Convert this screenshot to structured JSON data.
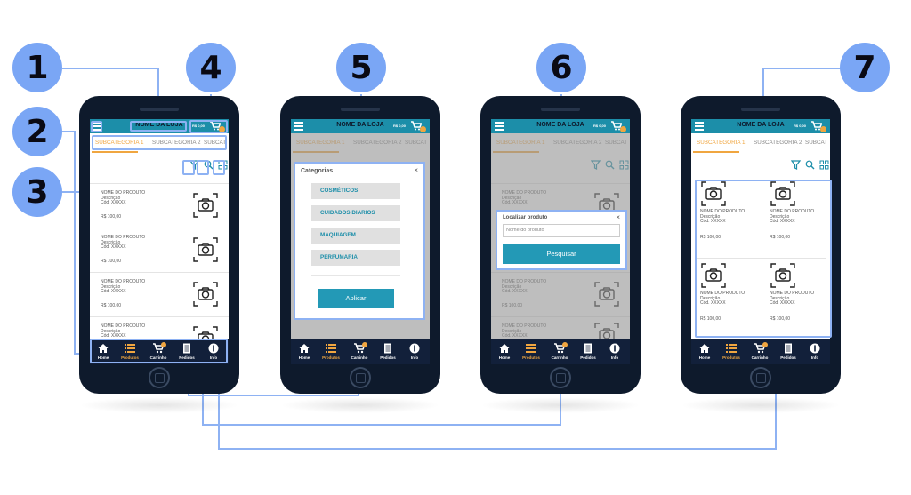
{
  "colors": {
    "callout": "#7aa6f5",
    "line": "#8eb2f3",
    "appbar": "#1c8ea9",
    "accent": "#f0a640",
    "nav": "#12203a",
    "phone": "#0e1a2c"
  },
  "callouts": [
    "1",
    "2",
    "3",
    "4",
    "5",
    "6",
    "7"
  ],
  "app": {
    "store_name": "NOME DA LOJA",
    "price": "R$ 0,00",
    "tabs": [
      "SUBCATEGORIA 1",
      "SUBCATEGORIA 2",
      "SUBCAT"
    ],
    "product": {
      "name": "NOME DO PRODUTO",
      "description": "Descrição",
      "code": "Cód. XXXXX",
      "price": "R$ 100,00"
    },
    "nav": {
      "home": "Home",
      "produtos": "Produtos",
      "carrinho": "Carrinho",
      "pedidos": "Pedidos",
      "info": "Info"
    }
  },
  "categorias_modal": {
    "title": "Categorias",
    "close": "×",
    "items": [
      "COSMÉTICOS",
      "CUIDADOS DIARIOS",
      "MAQUIAGEM",
      "PERFUMARIA"
    ],
    "apply": "Aplicar"
  },
  "search_modal": {
    "title": "Localizar produto",
    "close": "×",
    "placeholder": "Nome do produto",
    "button": "Pesquisar"
  },
  "icons": [
    "menu-icon",
    "cart-icon",
    "filter-icon",
    "search-icon",
    "grid-icon",
    "camera-icon",
    "home-icon",
    "list-icon",
    "receipt-icon",
    "info-icon"
  ]
}
